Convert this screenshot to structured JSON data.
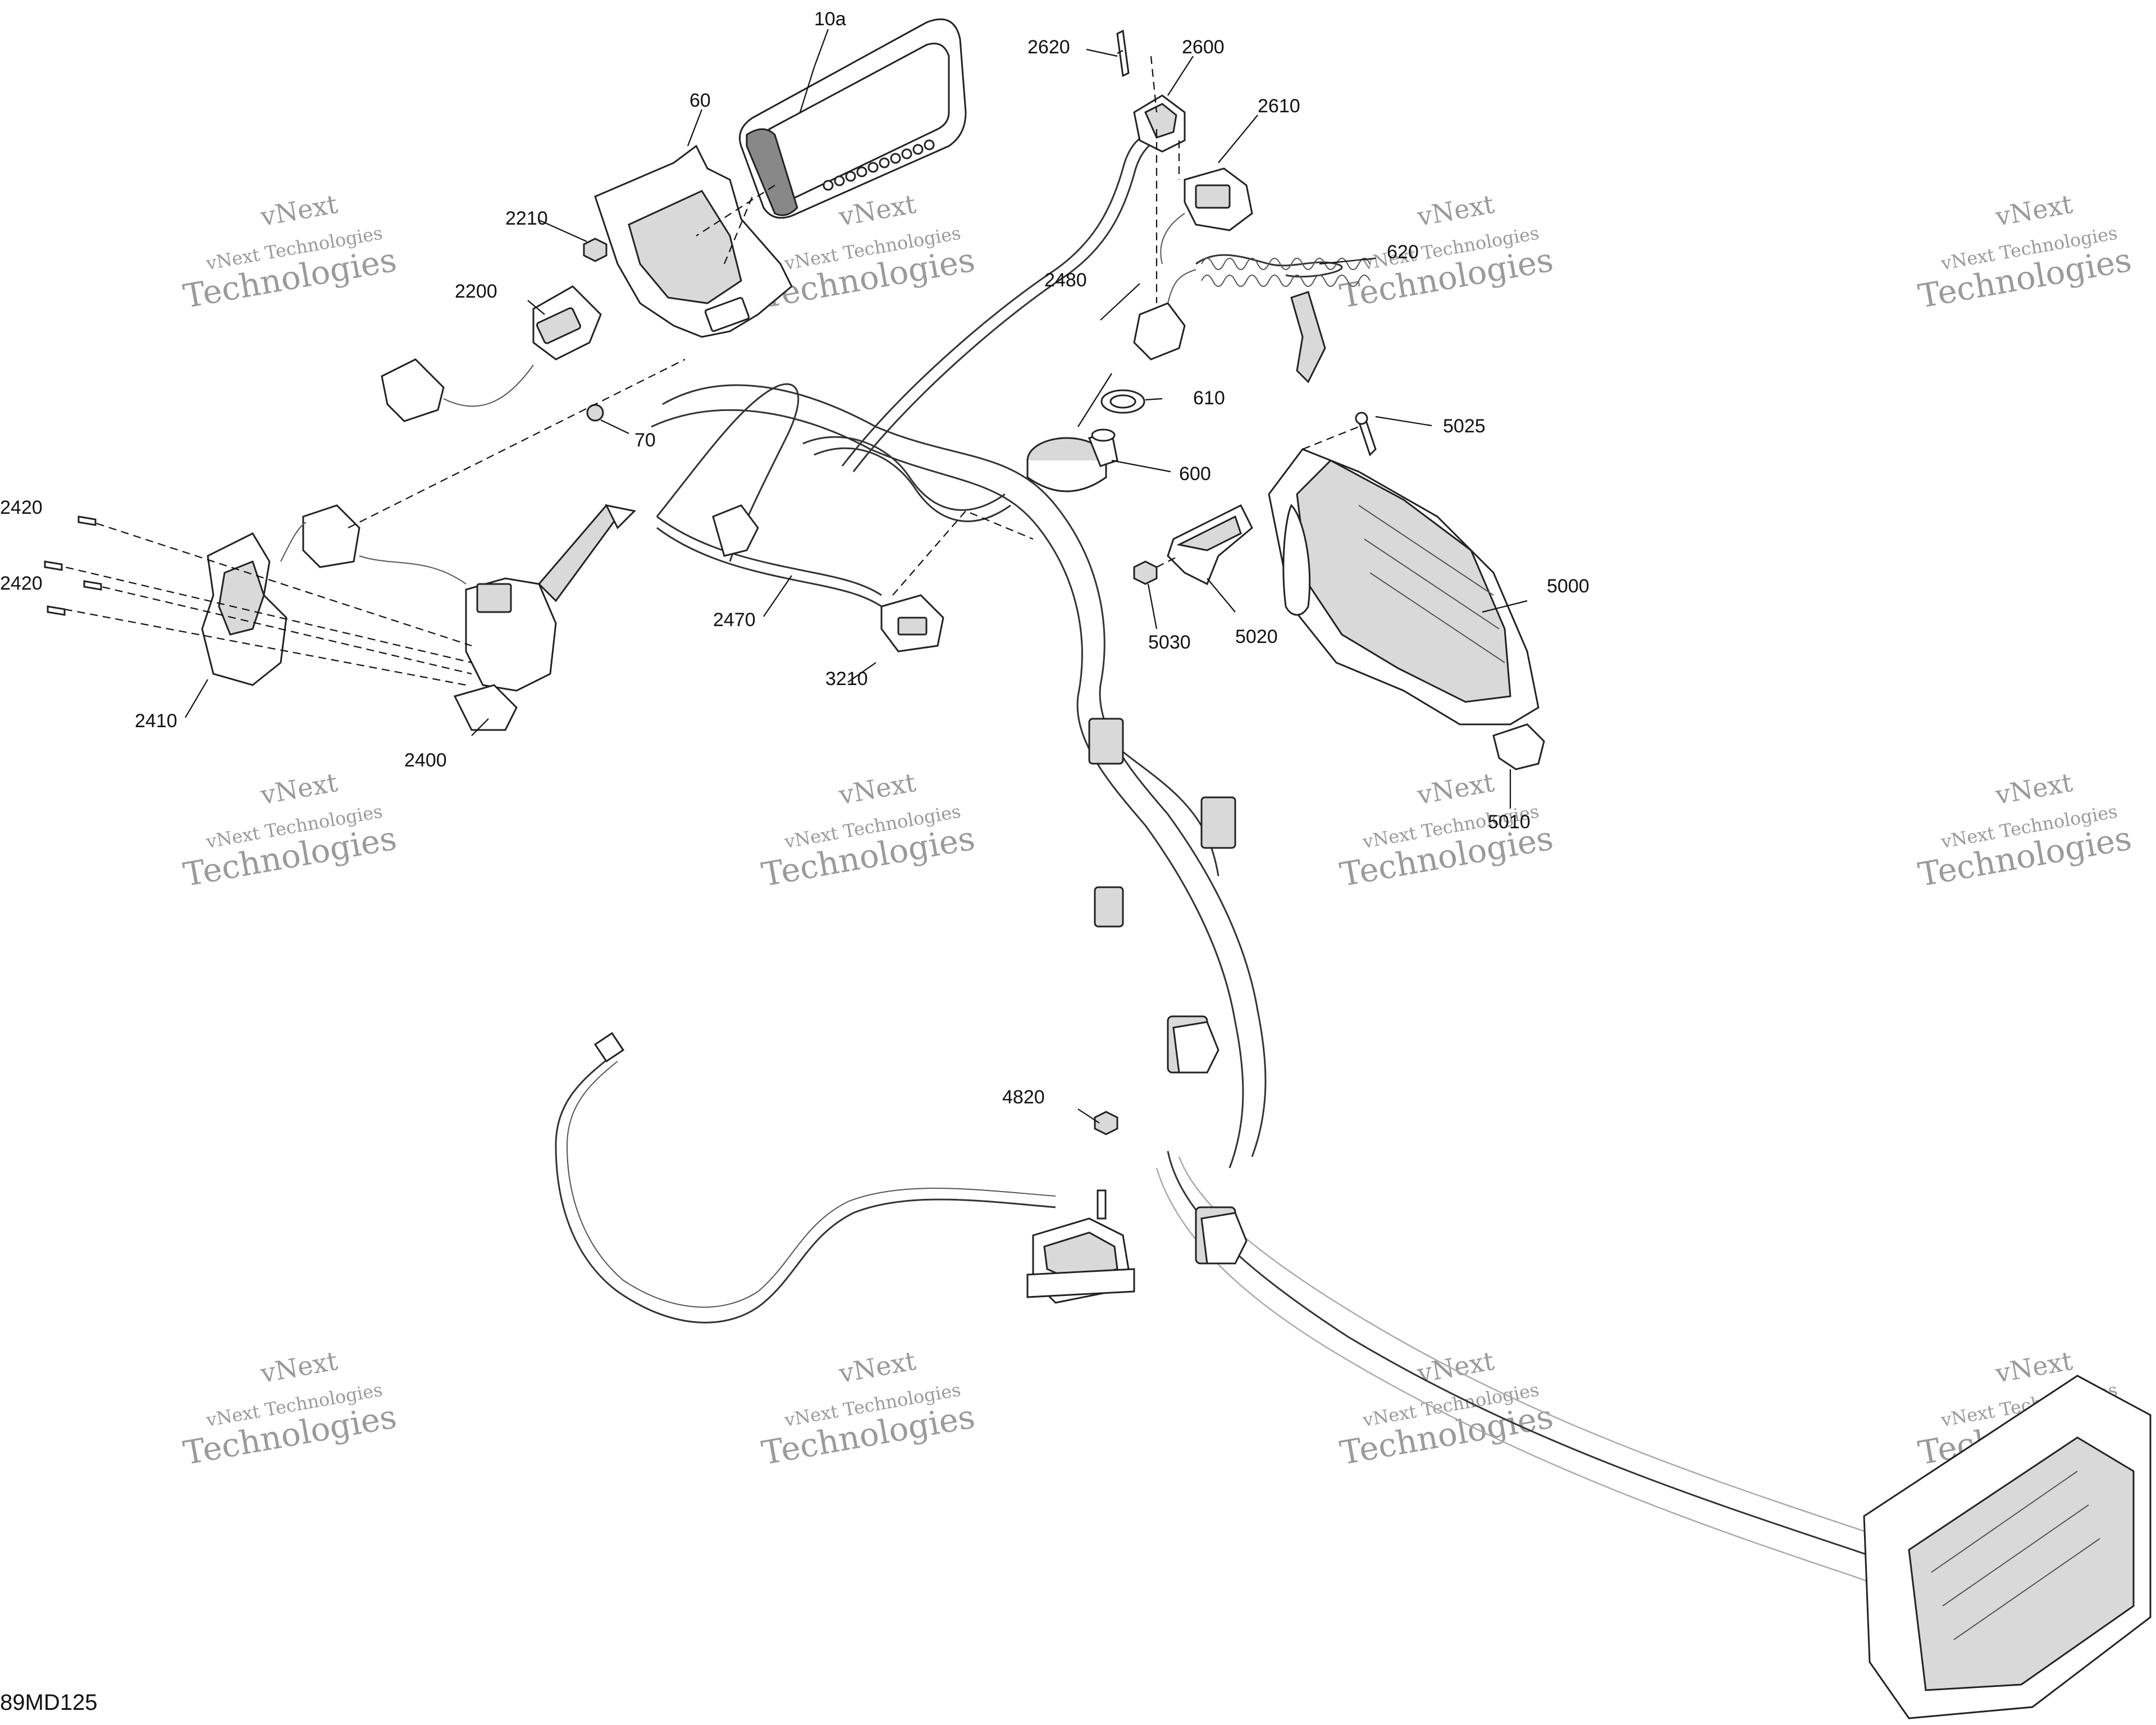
{
  "diagram": {
    "figure_code": "89MD125",
    "watermark": {
      "line1": "vNext",
      "line2": "vNext Technologies",
      "line3": "Technologies"
    },
    "callouts": {
      "c10a": "10a",
      "c60": "60",
      "c70": "70",
      "c2200": "2200",
      "c2210": "2210",
      "c2400": "2400",
      "c2410": "2410",
      "c2420a": "2420",
      "c2420b": "2420",
      "c2470": "2470",
      "c2480": "2480",
      "c2600": "2600",
      "c2610": "2610",
      "c2620": "2620",
      "c3210": "3210",
      "c4820": "4820",
      "c5000": "5000",
      "c5010": "5010",
      "c5020": "5020",
      "c5025": "5025",
      "c5030": "5030",
      "c600": "600",
      "c610": "610",
      "c620": "620"
    }
  }
}
